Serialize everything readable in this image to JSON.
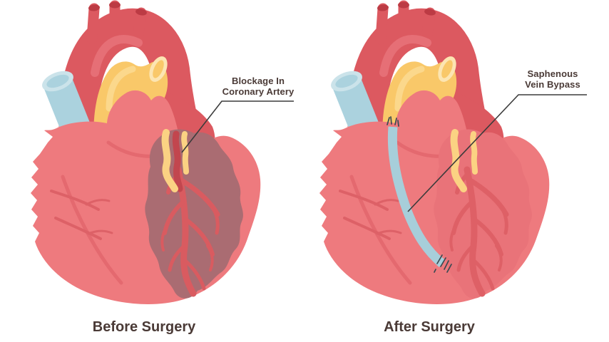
{
  "figure": {
    "type": "medical-illustration",
    "subject": "Coronary artery bypass graft, heart before and after surgery",
    "panels": [
      {
        "id": "before",
        "caption": "Before Surgery",
        "annotation": "Blockage In\nCoronary Artery"
      },
      {
        "id": "after",
        "caption": "After Surgery",
        "annotation": "Saphenous\nVein Bypass"
      }
    ]
  },
  "colors": {
    "background": "#ffffff",
    "heart_body": "#ee7a7e",
    "heart_shade": "#e4696f",
    "vein_detail": "#dd6167",
    "aorta": "#dc5960",
    "aorta_highlight": "#e66f76",
    "vessel_opening": "#bc3b44",
    "pulmonary_yellow": "#f9c869",
    "pulmonary_highlight": "#fbd88c",
    "pulmonary_rim": "#fce5b2",
    "vena_cava_blue": "#abd2de",
    "vena_cava_rim": "#cbe3ea",
    "ischemic_patch": "#aa6c72",
    "after_patch": "#e97379",
    "artery_red": "#d95b60",
    "artery_red_after": "#de6066",
    "coronary_yellow": "#fbd283",
    "blockage_dark": "#c2464e",
    "graft_blue": "#a7ceda",
    "suture": "#3a4a52",
    "leader_line": "#3b3b3b",
    "label_text": "#4a3a36"
  }
}
